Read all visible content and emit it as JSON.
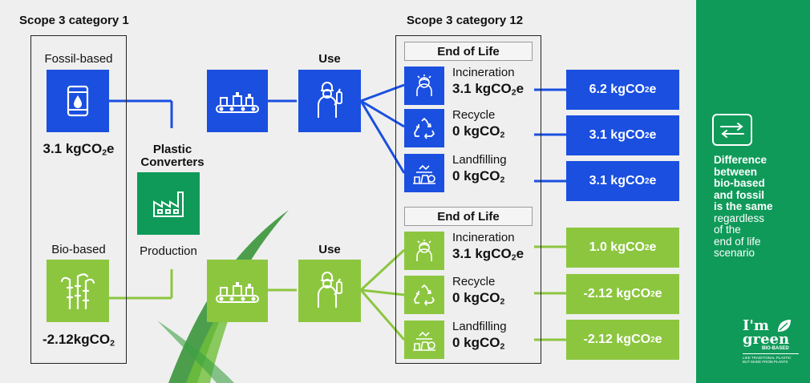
{
  "headings": {
    "scope_cat1": "Scope 3 category 1",
    "scope_cat12": "Scope 3 category 12"
  },
  "left": {
    "fossil_label": "Fossil-based",
    "fossil_value": "3.1 kgCO",
    "fossil_value_sub": "2",
    "fossil_value_suffix": "e",
    "bio_label": "Bio-based",
    "bio_value": "-2.12kgCO",
    "bio_value_sub": "2"
  },
  "converters": {
    "title_line1": "Plastic",
    "title_line2": "Converters",
    "production_label": "Production"
  },
  "use_label_top": "Use",
  "use_label_bottom": "Use",
  "eol": {
    "header_top": "End of Life",
    "header_bottom": "End of Life",
    "top": [
      {
        "label": "Incineration",
        "value": "3.1 kgCO",
        "sub": "2",
        "suffix": "e",
        "result": "6.2 kgCO",
        "result_sub": "2",
        "result_suffix": "e"
      },
      {
        "label": "Recycle",
        "value": "0 kgCO",
        "sub": "2",
        "suffix": "",
        "result": "3.1 kgCO",
        "result_sub": "2",
        "result_suffix": "e"
      },
      {
        "label": "Landfilling",
        "value": "0 kgCO",
        "sub": "2",
        "suffix": "",
        "result": "3.1 kgCO",
        "result_sub": "2",
        "result_suffix": "e"
      }
    ],
    "bottom": [
      {
        "label": "Incineration",
        "value": "3.1 kgCO",
        "sub": "2",
        "suffix": "e",
        "result": "1.0 kgCO",
        "result_sub": "2",
        "result_suffix": "e"
      },
      {
        "label": "Recycle",
        "value": "0 kgCO",
        "sub": "2",
        "suffix": "",
        "result": "-2.12 kgCO",
        "result_sub": "2",
        "result_suffix": "e"
      },
      {
        "label": "Landfilling",
        "value": "0 kgCO",
        "sub": "2",
        "suffix": "",
        "result": "-2.12 kgCO",
        "result_sub": "2",
        "result_suffix": "e"
      }
    ]
  },
  "sidebar": {
    "bold_line1": "Difference",
    "bold_line2": "between",
    "bold_line3": "bio-based",
    "bold_line4": "and fossil",
    "bold_line5": "is the same",
    "light_line1": "regardless",
    "light_line2": "of the",
    "light_line3": "end of life",
    "light_line4": "scenario",
    "logo_line1": "I'm",
    "logo_line2": "green",
    "logo_tag": "BIO-BASED",
    "logo_small1": "LIKE TRADITIONAL PLASTIC",
    "logo_small2": "BUT MADE FROM PLANTS"
  },
  "colors": {
    "blue": "#1a4fe0",
    "green": "#8cc63f",
    "sidebar": "#0f9a59"
  },
  "icons": {
    "fossil": "oil-barrel-icon",
    "bio": "sugarcane-icon",
    "factory": "factory-icon",
    "conveyor": "conveyor-belt-icon",
    "user": "worker-with-bottle-icon",
    "incineration": "incineration-icon",
    "recycle": "recycle-icon",
    "landfill": "landfill-icon",
    "swap": "swap-arrows-icon"
  }
}
